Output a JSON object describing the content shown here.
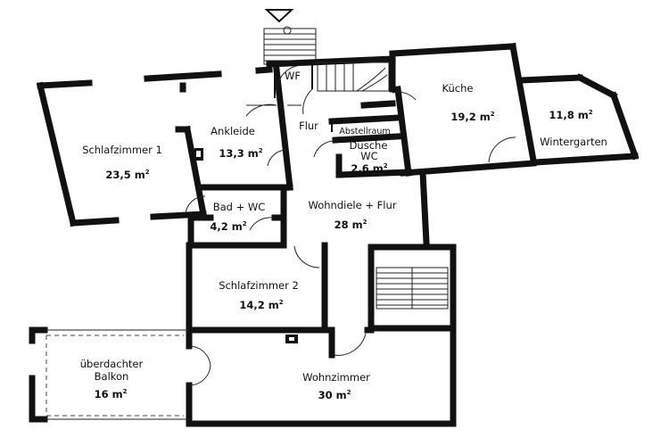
{
  "rooms": [
    {
      "id": "schlafzimmer-1",
      "name": "Schlafzimmer 1",
      "area": "23,5 m",
      "unit_sup": "2"
    },
    {
      "id": "ankleide",
      "name": "Ankleide",
      "area": "13,3 m",
      "unit_sup": "2"
    },
    {
      "id": "wf",
      "name": "WF",
      "area": "",
      "unit_sup": ""
    },
    {
      "id": "flur",
      "name": "Flur",
      "area": "",
      "unit_sup": ""
    },
    {
      "id": "abstellraum",
      "name": "Abstellraum",
      "area": "",
      "unit_sup": ""
    },
    {
      "id": "dusche-wc",
      "name": "Dusche",
      "name2": "WC",
      "area": "2,6 m",
      "unit_sup": "2"
    },
    {
      "id": "kueche",
      "name": "Küche",
      "area": "19,2 m",
      "unit_sup": "2"
    },
    {
      "id": "wintergarten",
      "name": "Wintergarten",
      "area": "11,8 m",
      "unit_sup": "2"
    },
    {
      "id": "bad-wc",
      "name": "Bad + WC",
      "area": "4,2 m",
      "unit_sup": "2"
    },
    {
      "id": "wohndiele-flur",
      "name": "Wohndiele + Flur",
      "area": "28 m",
      "unit_sup": "2"
    },
    {
      "id": "schlafzimmer-2",
      "name": "Schlafzimmer 2",
      "area": "14,2 m",
      "unit_sup": "2"
    },
    {
      "id": "balkon",
      "name": "überdachter",
      "name2": "Balkon",
      "area": "16 m",
      "unit_sup": "2"
    },
    {
      "id": "wohnzimmer",
      "name": "Wohnzimmer",
      "area": "30 m",
      "unit_sup": "2"
    }
  ]
}
